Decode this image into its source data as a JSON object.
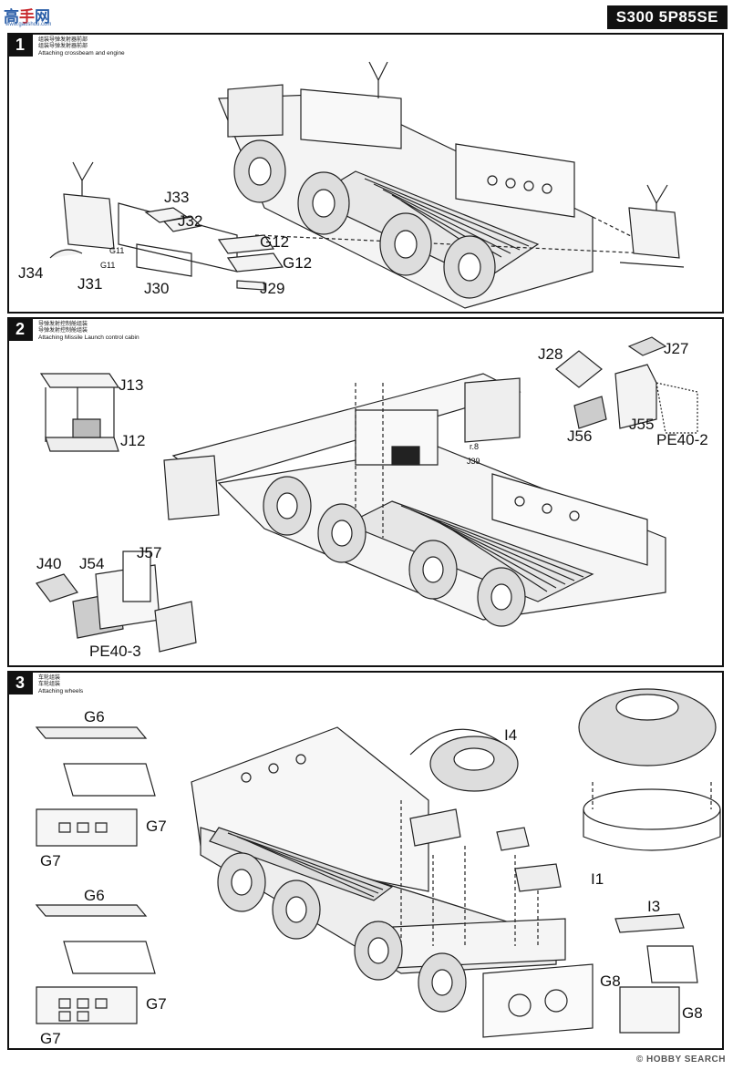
{
  "logo": {
    "mark_a": "高",
    "mark_b": "手",
    "mark_c": "网",
    "url": "www.gaoshou.com"
  },
  "header": {
    "title": "S300 5P85SE"
  },
  "steps": [
    {
      "number": "1",
      "caption_cn": "组装导弹发射器前部\n组装导弹发射器前部",
      "caption_en": "Attaching crossbeam and engine",
      "labels": [
        "J33",
        "J32",
        "G12",
        "G12",
        "J34",
        "G11",
        "G11",
        "J31",
        "J30",
        "J29"
      ]
    },
    {
      "number": "2",
      "caption_cn": "导弹发射控制舱组装\n导弹发射控制舱组装",
      "caption_en": "Attaching Missile Launch control cabin",
      "labels": [
        "J13",
        "J12",
        "J28",
        "J27",
        "J55",
        "J56",
        "PE40-2",
        "r.8",
        "J39",
        "J40",
        "J54",
        "J57",
        "PE40-3"
      ]
    },
    {
      "number": "3",
      "caption_cn": "车轮组装\n车轮组装",
      "caption_en": "Attaching wheels",
      "labels": [
        "G6",
        "G7",
        "G7",
        "I4",
        "I1",
        "G6",
        "G7",
        "G7",
        "I3",
        "G8",
        "G8"
      ]
    }
  ],
  "footer": {
    "text": "© HOBBY SEARCH"
  }
}
